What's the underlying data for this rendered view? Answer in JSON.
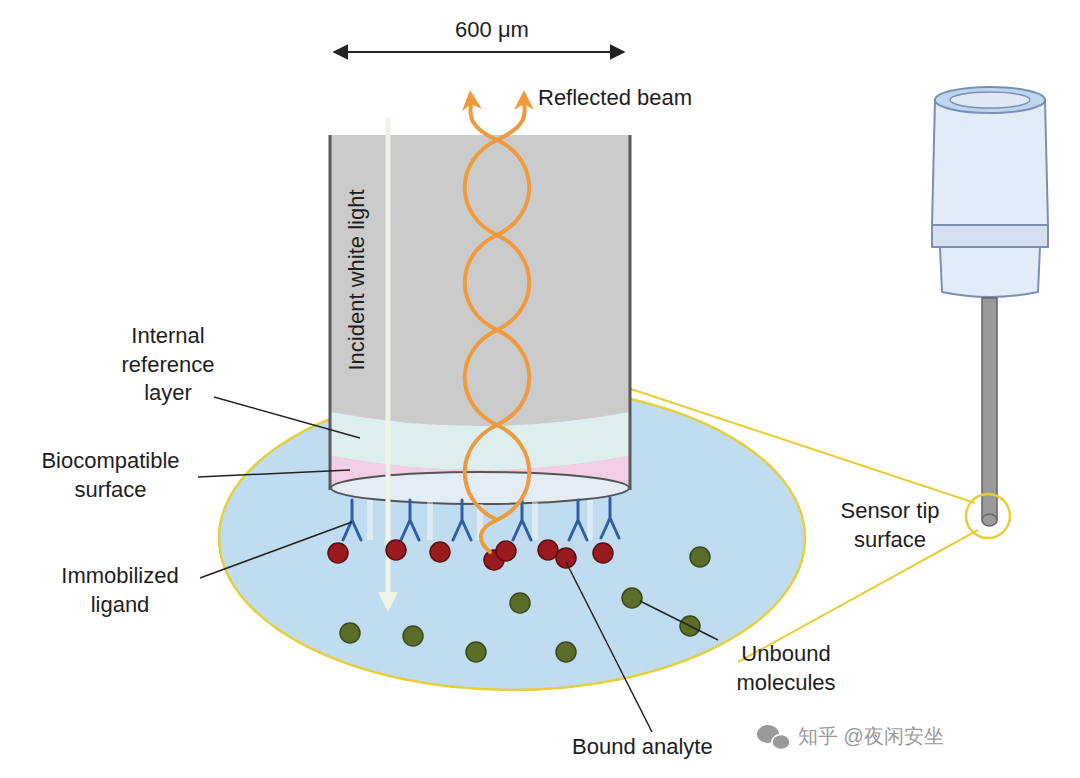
{
  "diagram": {
    "labels": [
      "600 μm",
      "Reflected beam",
      "Incident white light",
      "Internal reference layer",
      "Biocompatible surface",
      "Immobilized ligand",
      "Sensor tip surface",
      "Unbound molecules",
      "Bound analyte",
      "知乎 @夜闲安坐"
    ]
  }
}
